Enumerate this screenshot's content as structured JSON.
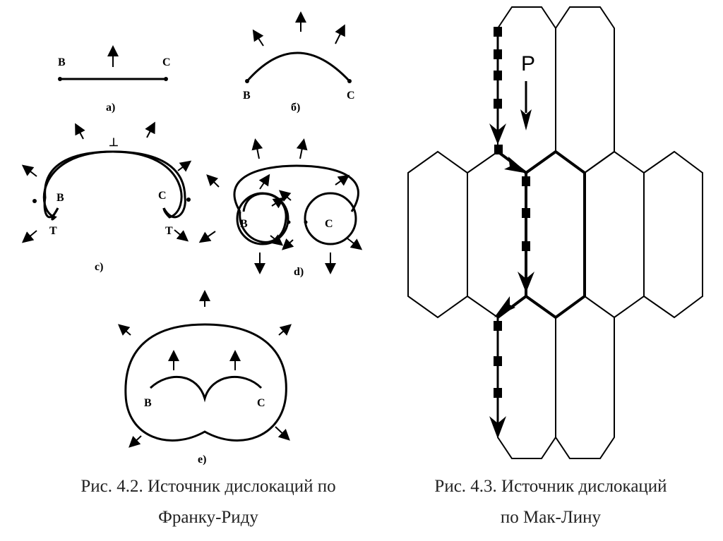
{
  "figure_left": {
    "caption_line1": "Рис. 4.2. Источник дислокаций по",
    "caption_line2": "Франку-Риду",
    "panels": {
      "a": {
        "label": "a)",
        "point_b": "B",
        "point_c": "C"
      },
      "b": {
        "label": "б)",
        "point_b": "B",
        "point_c": "C"
      },
      "c": {
        "label": "c)",
        "point_b": "B",
        "point_c": "C",
        "mark_top": "⊥",
        "mark_left": "T",
        "mark_right": "T"
      },
      "d": {
        "label": "d)",
        "point_b": "B",
        "point_c": "C"
      },
      "e": {
        "label": "e)",
        "point_b": "B",
        "point_c": "C"
      }
    }
  },
  "figure_right": {
    "caption_line1": "Рис. 4.3. Источник дислокаций",
    "caption_line2": "по Мак-Лину",
    "force_label": "P"
  }
}
